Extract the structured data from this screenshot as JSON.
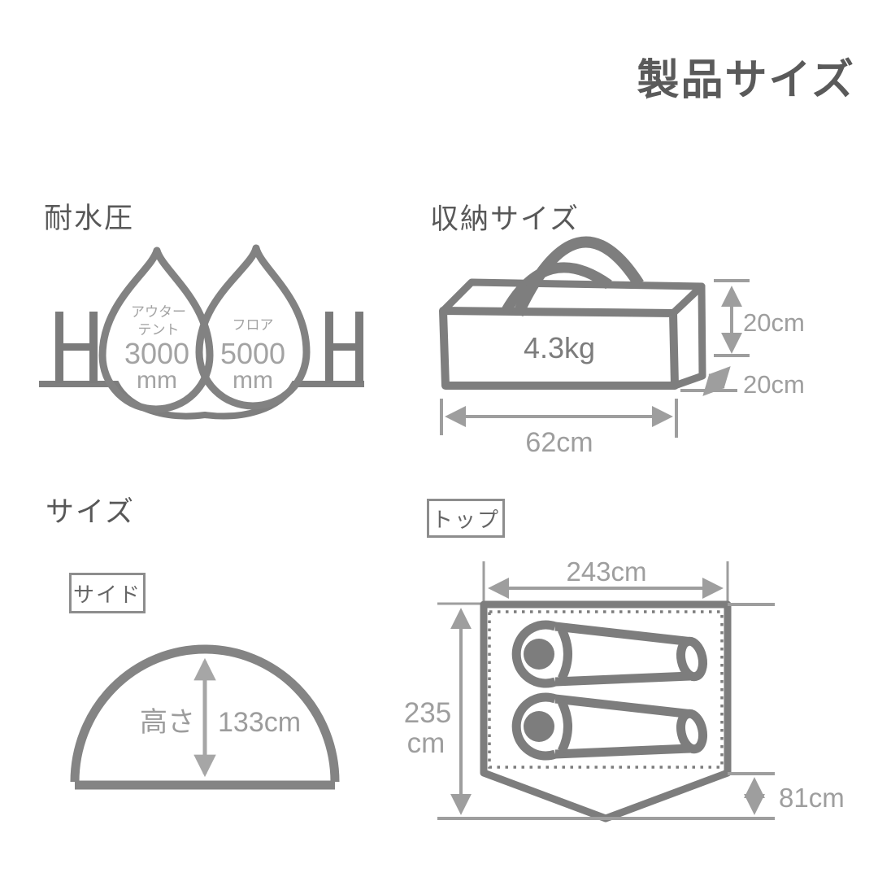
{
  "page": {
    "title": "製品サイズ"
  },
  "colors": {
    "heading_text": "#585858",
    "diagram_stroke": "#7d7d7d",
    "dimension_gray": "#9e9e9e",
    "drop_label_gray": "#a3a3a3"
  },
  "water_resistance": {
    "heading": "耐水圧",
    "left_marker": "H",
    "right_marker": "H",
    "outer_tent": {
      "label_line1": "アウター",
      "label_line2": "テント",
      "value": "3000",
      "unit": "mm"
    },
    "floor": {
      "label": "フロア",
      "value": "5000",
      "unit": "mm"
    }
  },
  "storage": {
    "heading": "収納サイズ",
    "weight": "4.3kg",
    "height": "20cm",
    "depth": "20cm",
    "width": "62cm"
  },
  "size": {
    "heading": "サイズ",
    "side_view": {
      "label": "サイド",
      "height_label": "高さ",
      "height_value": "133cm"
    },
    "top_view": {
      "label": "トップ",
      "width": "243cm",
      "depth_value": "235",
      "depth_unit": "cm",
      "vestibule_depth": "81cm"
    }
  }
}
